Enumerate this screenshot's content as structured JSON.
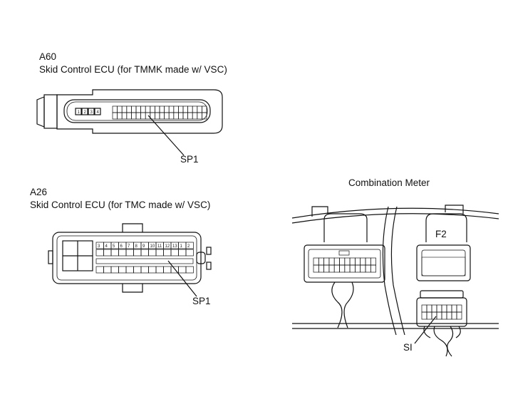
{
  "a60": {
    "code": "A60",
    "title": "Skid Control ECU (for TMMK made w/ VSC)",
    "callout": "SP1",
    "small_pins": [
      "1",
      "2",
      "3",
      "4"
    ]
  },
  "a26": {
    "code": "A26",
    "title": "Skid Control ECU (for TMC made w/ VSC)",
    "callout": "SP1",
    "top_row_pins": [
      "3",
      "4",
      "5",
      "6",
      "7",
      "8",
      "9",
      "10",
      "11",
      "12",
      "13",
      "1",
      "2"
    ]
  },
  "meter": {
    "title": "Combination Meter",
    "connector_label": "F2",
    "callout": "SI"
  }
}
